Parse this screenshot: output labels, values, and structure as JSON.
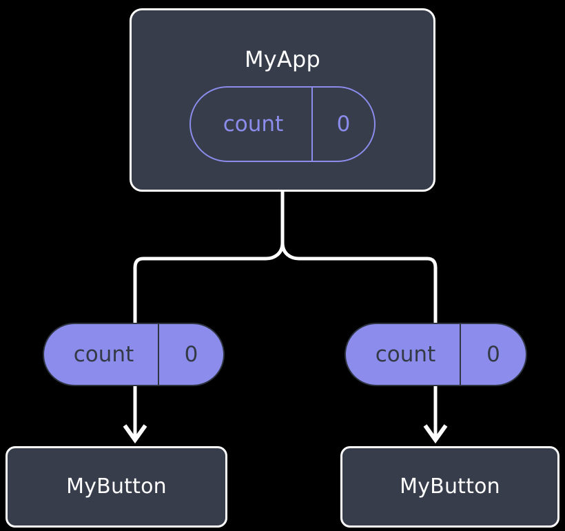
{
  "diagram": {
    "title": "component-state-propagation-tree",
    "background_color": "#000000",
    "colors": {
      "node_fill": "#373d4b",
      "node_border": "#ffffff",
      "node_text": "#ffffff",
      "state_accent": "#8b8cec",
      "state_text_on_fill": "#333a45",
      "edge": "#ffffff"
    }
  },
  "nodes": {
    "root": {
      "label": "MyApp",
      "state": {
        "key": "count",
        "value": "0"
      }
    },
    "children": [
      {
        "label": "MyButton",
        "state": {
          "key": "count",
          "value": "0"
        }
      },
      {
        "label": "MyButton",
        "state": {
          "key": "count",
          "value": "0"
        }
      }
    ]
  },
  "edges": [
    {
      "from": "MyApp",
      "to": "fork",
      "style": "plain"
    },
    {
      "from": "fork",
      "to": "count-pill-left",
      "style": "plain"
    },
    {
      "from": "fork",
      "to": "count-pill-right",
      "style": "plain"
    },
    {
      "from": "count-pill-left",
      "to": "MyButton-left",
      "style": "arrow"
    },
    {
      "from": "count-pill-right",
      "to": "MyButton-right",
      "style": "arrow"
    }
  ]
}
